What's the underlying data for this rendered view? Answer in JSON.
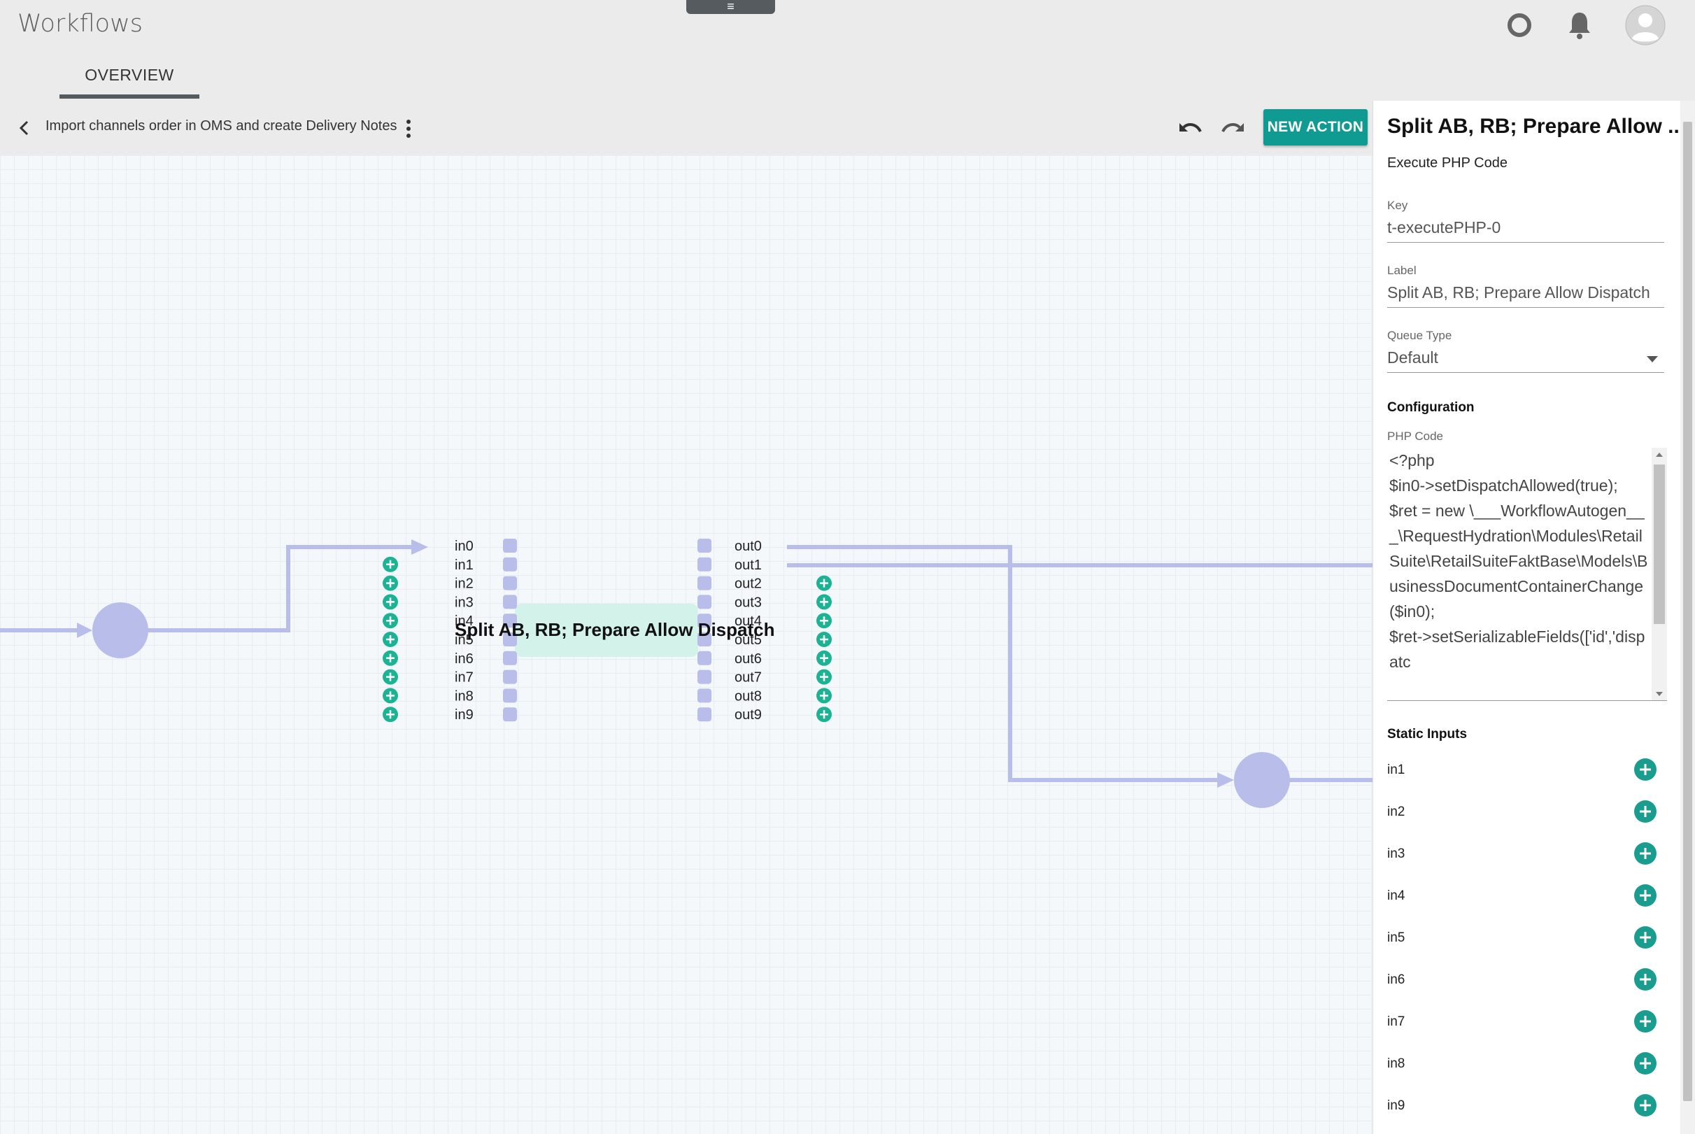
{
  "app": {
    "title": "Workflows",
    "drawer_handle": "≡"
  },
  "tabs": [
    {
      "label": "OVERVIEW"
    }
  ],
  "toolbar": {
    "workflow_name": "Import channels order in OMS and create Delivery Notes",
    "new_action_label": "NEW ACTION"
  },
  "node": {
    "label": "Split AB, RB; Prepare Allow Dispatch",
    "inputs": [
      "in0",
      "in1",
      "in2",
      "in3",
      "in4",
      "in5",
      "in6",
      "in7",
      "in8",
      "in9"
    ],
    "outputs": [
      "out0",
      "out1",
      "out2",
      "out3",
      "out4",
      "out5",
      "out6",
      "out7",
      "out8",
      "out9"
    ]
  },
  "panel": {
    "title": "Split AB, RB; Prepare Allow ...",
    "subtitle": "Execute PHP Code",
    "key_label": "Key",
    "key_value": "t-executePHP-0",
    "label_label": "Label",
    "label_value": "Split AB, RB; Prepare Allow Dispatch",
    "queue_label": "Queue Type",
    "queue_value": "Default",
    "config_title": "Configuration",
    "php_label": "PHP Code",
    "php_code": "<?php\n$in0->setDispatchAllowed(true);\n$ret = new \\___WorkflowAutogen___\\RequestHydration\\Modules\\RetailSuite\\RetailSuiteFaktBase\\Models\\BusinessDocumentContainerChange($in0);\n$ret->setSerializableFields(['id','dispatc",
    "static_inputs_title": "Static Inputs",
    "static_inputs": [
      "in1",
      "in2",
      "in3",
      "in4",
      "in5",
      "in6",
      "in7",
      "in8",
      "in9"
    ]
  },
  "colors": {
    "accent": "#0f9a92",
    "edge": "#b8bdea",
    "port_add": "#1cb394",
    "node_fill": "#d3f2ea"
  }
}
